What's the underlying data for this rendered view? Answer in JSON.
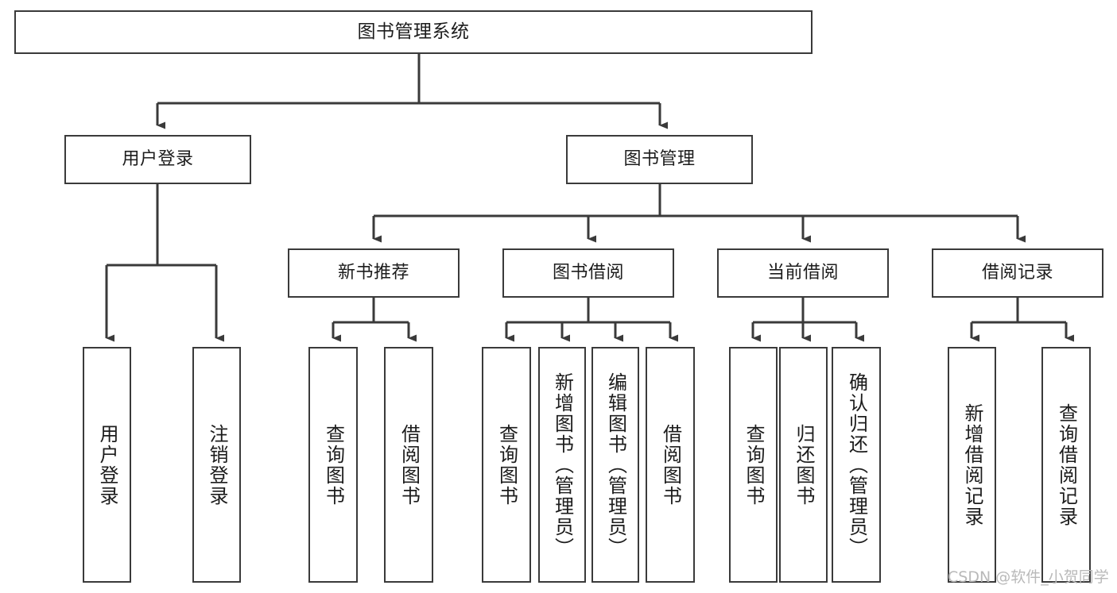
{
  "diagram": {
    "title": "图书管理系统",
    "type": "tree",
    "watermark": "CSDN @软件_小贺同学",
    "colors": {
      "stroke": "#3a3a3a",
      "fill": "#ffffff",
      "text": "#1c1c1c",
      "watermark": "#b9b9b9"
    },
    "levels": {
      "root": {
        "label": "图书管理系统"
      },
      "level2": [
        {
          "id": "user-login",
          "label": "用户登录"
        },
        {
          "id": "book-management",
          "label": "图书管理"
        }
      ],
      "level3": [
        {
          "id": "new-book-recommend",
          "label": "新书推荐"
        },
        {
          "id": "book-borrow",
          "label": "图书借阅"
        },
        {
          "id": "current-borrow",
          "label": "当前借阅"
        },
        {
          "id": "borrow-record",
          "label": "借阅记录"
        }
      ],
      "leaves": {
        "user-login": [
          {
            "id": "leaf-user-login",
            "label": "用户登录"
          },
          {
            "id": "leaf-logout-login",
            "label": "注销登录"
          }
        ],
        "new-book-recommend": [
          {
            "id": "leaf-query-book-1",
            "label": "查询图书"
          },
          {
            "id": "leaf-borrow-book-1",
            "label": "借阅图书"
          }
        ],
        "book-borrow": [
          {
            "id": "leaf-query-book-2",
            "label": "查询图书"
          },
          {
            "id": "leaf-add-book",
            "label": "新增图书（管理员）"
          },
          {
            "id": "leaf-edit-book",
            "label": "编辑图书（管理员）"
          },
          {
            "id": "leaf-borrow-book-2",
            "label": "借阅图书"
          }
        ],
        "current-borrow": [
          {
            "id": "leaf-query-book-3",
            "label": "查询图书"
          },
          {
            "id": "leaf-return-book",
            "label": "归还图书"
          },
          {
            "id": "leaf-confirm-return",
            "label": "确认归还（管理员）"
          }
        ],
        "borrow-record": [
          {
            "id": "leaf-add-record",
            "label": "新增借阅记录"
          },
          {
            "id": "leaf-query-record",
            "label": "查询借阅记录"
          }
        ]
      }
    }
  }
}
